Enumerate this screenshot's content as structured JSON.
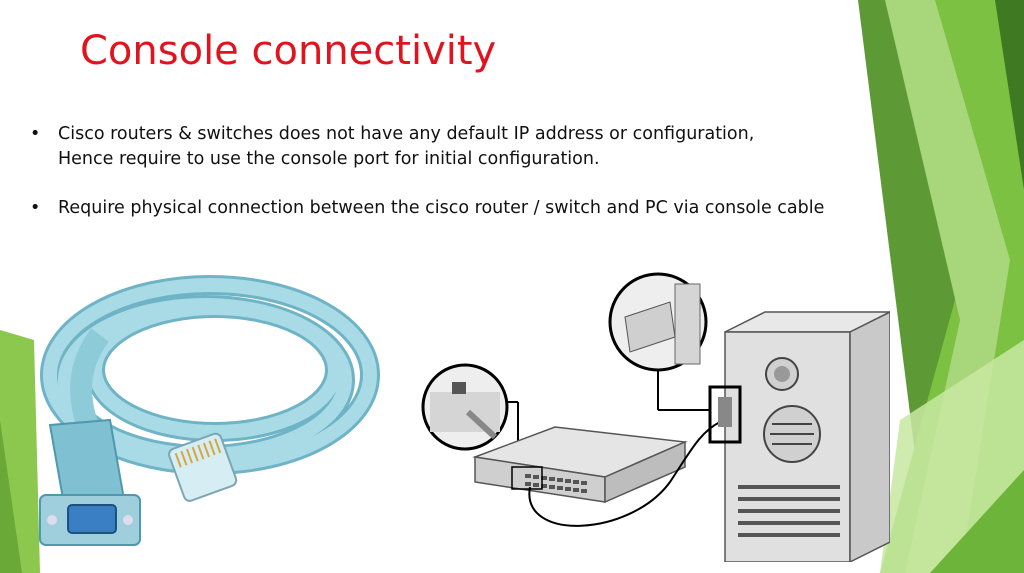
{
  "slide": {
    "title": "Console connectivity",
    "bullets": [
      {
        "marker": "•",
        "lines": [
          "Cisco routers & switches does not have any default IP address or configuration,",
          "Hence require to use the console port for initial configuration."
        ]
      },
      {
        "marker": "•",
        "lines": [
          "Require physical connection between the cisco router / switch and PC via console cable"
        ]
      }
    ]
  },
  "colors": {
    "title": "#e0141e",
    "accent_green_dark": "#4e8a2a",
    "accent_green": "#7cc142",
    "accent_green_light": "#b9e08a",
    "cable": "#8ecbd9"
  }
}
